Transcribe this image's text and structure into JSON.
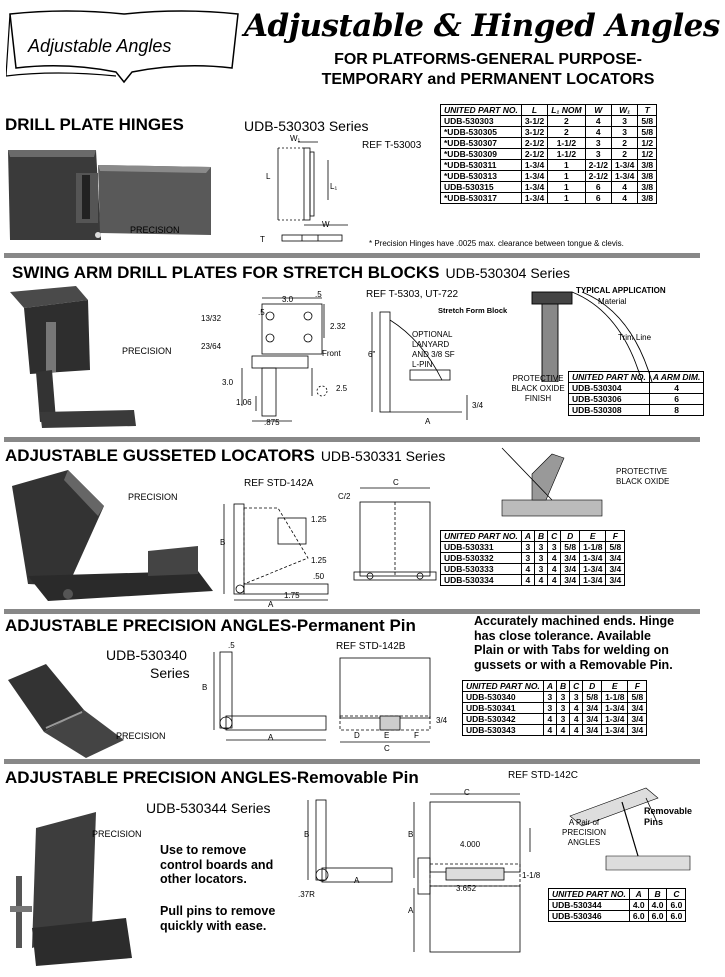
{
  "header": {
    "banner": "Adjustable Angles",
    "title": "Adjustable & Hinged Angles",
    "subtitle_1": "FOR PLATFORMS-GENERAL PURPOSE-",
    "subtitle_2": "TEMPORARY and PERMANENT LOCATORS"
  },
  "s1": {
    "title": "DRILL PLATE HINGES",
    "series": "UDB-530303 Series",
    "ref": "REF T-53003",
    "precision": "PRECISION",
    "dims": {
      "w1": "W₁",
      "l": "L",
      "l1": "L₁",
      "w": "W",
      "t": "T"
    },
    "footnote": "* Precision Hinges have .0025 max. clearance between tongue & clevis.",
    "table": {
      "headers": [
        "UNITED PART NO.",
        "L",
        "L₁ NOM",
        "W",
        "W₁",
        "T"
      ],
      "rows": [
        [
          "UDB-530303",
          "3-1/2",
          "2",
          "4",
          "3",
          "5/8"
        ],
        [
          "*UDB-530305",
          "3-1/2",
          "2",
          "4",
          "3",
          "5/8"
        ],
        [
          "*UDB-530307",
          "2-1/2",
          "1-1/2",
          "3",
          "2",
          "1/2"
        ],
        [
          "*UDB-530309",
          "2-1/2",
          "1-1/2",
          "3",
          "2",
          "1/2"
        ],
        [
          "*UDB-530311",
          "1-3/4",
          "1",
          "2-1/2",
          "1-3/4",
          "3/8"
        ],
        [
          "*UDB-530313",
          "1-3/4",
          "1",
          "2-1/2",
          "1-3/4",
          "3/8"
        ],
        [
          "UDB-530315",
          "1-3/4",
          "1",
          "6",
          "4",
          "3/8"
        ],
        [
          "*UDB-530317",
          "1-3/4",
          "1",
          "6",
          "4",
          "3/8"
        ]
      ]
    }
  },
  "s2": {
    "title": "SWING ARM DRILL PLATES FOR STRETCH BLOCKS",
    "series": "UDB-530304 Series",
    "ref": "REF T-5303, UT-722",
    "precision": "PRECISION",
    "dims": {
      "d30": "3.0",
      "d5a": ".5",
      "d1332": "13/32",
      "d5b": ".5",
      "d232": "2.32",
      "d2364": "23/64",
      "front": "Front",
      "d30b": "3.0",
      "d25": "2.5",
      "d106": "1.06",
      "d875": ".875",
      "d6": "6\"",
      "a": "A",
      "d34": "3/4"
    },
    "lanyard": [
      "OPTIONAL",
      "LANYARD",
      "AND 3/8 SF",
      "L-PIN"
    ],
    "stretch_form_block": "Stretch Form Block",
    "typical_app": "TYPICAL APPLICATION",
    "material": "Material",
    "trim_line": "Trim Line",
    "finish": [
      "PROTECTIVE",
      "BLACK OXIDE",
      "FINISH"
    ],
    "table": {
      "headers": [
        "UNITED PART NO.",
        "A ARM DIM."
      ],
      "rows": [
        [
          "UDB-530304",
          "4"
        ],
        [
          "UDB-530306",
          "6"
        ],
        [
          "UDB-530308",
          "8"
        ]
      ]
    }
  },
  "s3": {
    "title": "ADJUSTABLE GUSSETED LOCATORS",
    "series": "UDB-530331 Series",
    "ref": "REF STD-142A",
    "precision": "PRECISION",
    "finish": [
      "PROTECTIVE",
      "BLACK OXIDE"
    ],
    "dims": {
      "c2": "C/2",
      "c": "C",
      "b": "B",
      "d125a": "1.25",
      "d125b": "1.25",
      "d50": ".50",
      "d175": "1.75",
      "a": "A"
    },
    "table": {
      "headers": [
        "UNITED PART NO.",
        "A",
        "B",
        "C",
        "D",
        "E",
        "F"
      ],
      "rows": [
        [
          "UDB-530331",
          "3",
          "3",
          "3",
          "5/8",
          "1-1/8",
          "5/8"
        ],
        [
          "UDB-530332",
          "3",
          "3",
          "4",
          "3/4",
          "1-3/4",
          "3/4"
        ],
        [
          "UDB-530333",
          "4",
          "3",
          "4",
          "3/4",
          "1-3/4",
          "3/4"
        ],
        [
          "UDB-530334",
          "4",
          "4",
          "4",
          "3/4",
          "1-3/4",
          "3/4"
        ]
      ]
    }
  },
  "s4": {
    "title": "ADJUSTABLE PRECISION ANGLES-Permanent Pin",
    "series_1": "UDB-530340",
    "series_2": "Series",
    "ref": "REF STD-142B",
    "precision": "PRECISION",
    "description": [
      "Accurately machined ends.  Hinge",
      "has close tolerance.  Available",
      "Plain or with Tabs for welding on",
      "gussets or with a Removable Pin."
    ],
    "dims": {
      "d5": ".5",
      "b": "B",
      "a": "A",
      "d": "D",
      "e": "E",
      "f": "F",
      "c": "C",
      "d34": "3/4"
    },
    "table": {
      "headers": [
        "UNITED PART NO.",
        "A",
        "B",
        "C",
        "D",
        "E",
        "F"
      ],
      "rows": [
        [
          "UDB-530340",
          "3",
          "3",
          "3",
          "5/8",
          "1-1/8",
          "5/8"
        ],
        [
          "UDB-530341",
          "3",
          "3",
          "4",
          "3/4",
          "1-3/4",
          "3/4"
        ],
        [
          "UDB-530342",
          "4",
          "3",
          "4",
          "3/4",
          "1-3/4",
          "3/4"
        ],
        [
          "UDB-530343",
          "4",
          "4",
          "4",
          "3/4",
          "1-3/4",
          "3/4"
        ]
      ]
    }
  },
  "s5": {
    "title": "ADJUSTABLE PRECISION ANGLES-Removable Pin",
    "series": "UDB-530344 Series",
    "ref": "REF STD-142C",
    "precision": "PRECISION",
    "use_text": [
      "Use to remove",
      "control boards and",
      "other locators."
    ],
    "pull_text": [
      "Pull pins to remove",
      "quickly with ease."
    ],
    "pair_text": [
      "A Pair of",
      "PRECISION",
      "ANGLES"
    ],
    "removable_pins": [
      "Removable",
      "Pins"
    ],
    "dims": {
      "b": "B",
      "b2": "B",
      "a": "A",
      "a2": "A",
      "c": "C",
      "d37r": ".37R",
      "d4000": "4.000",
      "d3652": "3.652",
      "d118": "1-1/8"
    },
    "table": {
      "headers": [
        "UNITED PART NO.",
        "A",
        "B",
        "C"
      ],
      "rows": [
        [
          "UDB-530344",
          "4.0",
          "4.0",
          "6.0"
        ],
        [
          "UDB-530346",
          "6.0",
          "6.0",
          "6.0"
        ]
      ]
    }
  }
}
